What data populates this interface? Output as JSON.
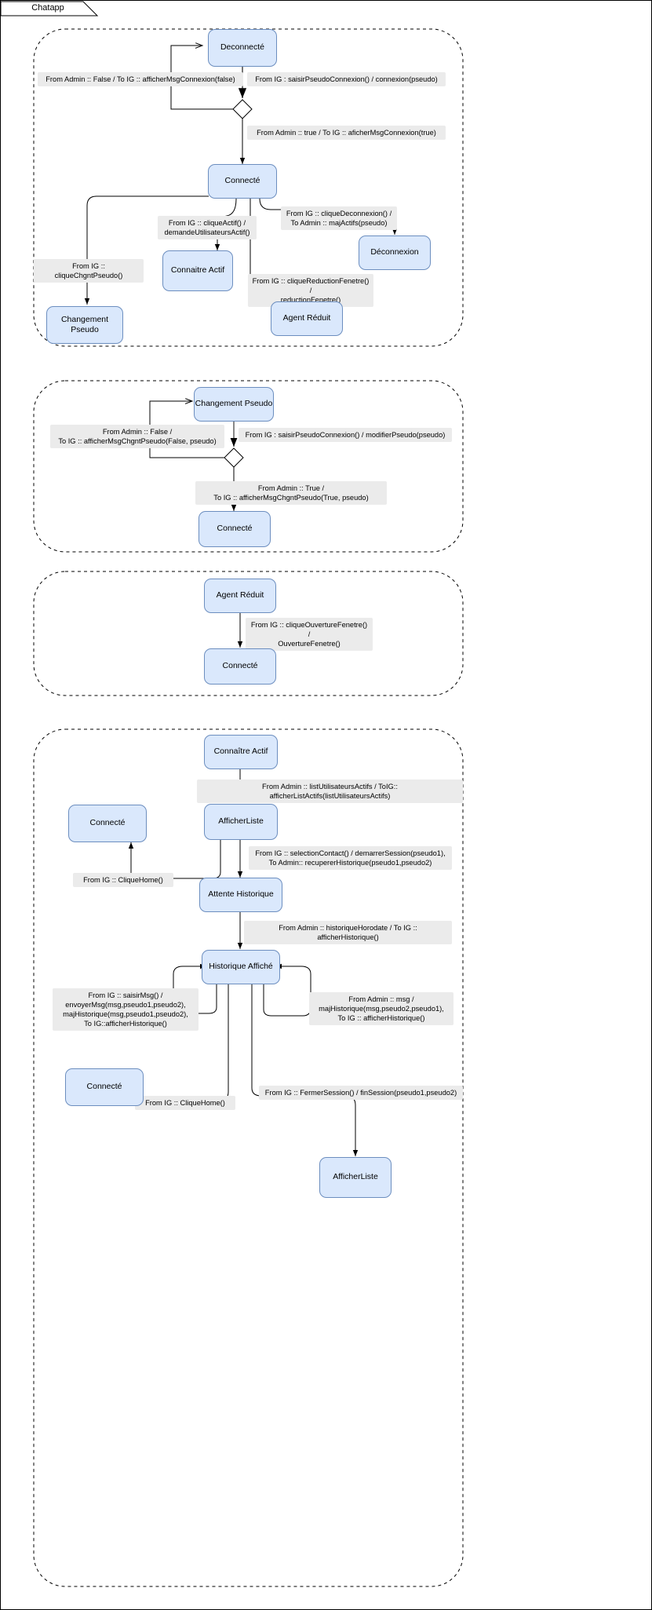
{
  "window": {
    "tab_label": "Chatapp"
  },
  "sections": [
    {
      "name": "connexion-section",
      "states": [
        {
          "id": "s1-deconnecte",
          "label": "Deconnecté"
        },
        {
          "id": "s1-connecte",
          "label": "Connecté"
        },
        {
          "id": "s1-connaitre-actif",
          "label": "Connaitre Actif"
        },
        {
          "id": "s1-changement-pseudo",
          "label": "Changement Pseudo"
        },
        {
          "id": "s1-deconnexion",
          "label": "Déconnexion"
        },
        {
          "id": "s1-agent-reduit",
          "label": "Agent Réduit"
        }
      ],
      "labels": [
        {
          "id": "s1-l1",
          "text": "From Admin :: False  / To IG :: afficherMsgConnexion(false)"
        },
        {
          "id": "s1-l2",
          "text": "From IG : saisirPseudoConnexion() / connexion(pseudo)"
        },
        {
          "id": "s1-l3",
          "text": "From Admin :: true  / To IG :: aficherMsgConnexion(true)"
        },
        {
          "id": "s1-l4",
          "text": "From IG :: cliqueActif() /\ndemandeUtilisateursActif()"
        },
        {
          "id": "s1-l5",
          "text": "From IG :: cliqueDeconnexion() /\nTo Admin :: majActifs(pseudo)"
        },
        {
          "id": "s1-l6",
          "text": "From IG :: cliqueChgntPseudo()"
        },
        {
          "id": "s1-l7",
          "text": "From IG :: cliqueReductionFenetre() /\nreductionFenetre()"
        }
      ]
    },
    {
      "name": "changement-pseudo-section",
      "states": [
        {
          "id": "s2-changement-pseudo",
          "label": "Changement Pseudo"
        },
        {
          "id": "s2-connecte",
          "label": "Connecté"
        }
      ],
      "labels": [
        {
          "id": "s2-l1",
          "text": "From Admin :: False /\nTo IG :: afficherMsgChgntPseudo(False, pseudo)"
        },
        {
          "id": "s2-l2",
          "text": "From IG : saisirPseudoConnexion() / modifierPseudo(pseudo)"
        },
        {
          "id": "s2-l3",
          "text": "From Admin :: True /\nTo IG :: afficherMsgChgntPseudo(True, pseudo)"
        }
      ]
    },
    {
      "name": "agent-reduit-section",
      "states": [
        {
          "id": "s3-agent-reduit",
          "label": "Agent Réduit"
        },
        {
          "id": "s3-connecte",
          "label": "Connecté"
        }
      ],
      "labels": [
        {
          "id": "s3-l1",
          "text": "From IG :: cliqueOuvertureFenetre() /\nOuvertureFenetre()"
        }
      ]
    },
    {
      "name": "historique-section",
      "states": [
        {
          "id": "s4-connaitre-actif",
          "label": "Connaître Actif"
        },
        {
          "id": "s4-afficherliste",
          "label": "AfficherListe"
        },
        {
          "id": "s4-connecte-1",
          "label": "Connecté"
        },
        {
          "id": "s4-attente-historique",
          "label": "Attente Historique"
        },
        {
          "id": "s4-historique-affiche",
          "label": "Historique Affiché"
        },
        {
          "id": "s4-connecte-2",
          "label": "Connecté"
        },
        {
          "id": "s4-afficherliste-2",
          "label": "AfficherListe"
        }
      ],
      "labels": [
        {
          "id": "s4-l1",
          "text": "From Admin :: listUtilisateursActifs / ToIG:: afficherListActifs(listUtilisateursActifs)"
        },
        {
          "id": "s4-l2",
          "text": "From IG :: selectionContact() / demarrerSession(pseudo1),\nTo Admin:: recupererHistorique(pseudo1,pseudo2)"
        },
        {
          "id": "s4-l3",
          "text": "From IG :: CliqueHome()"
        },
        {
          "id": "s4-l4",
          "text": "From Admin :: historiqueHorodate / To IG :: afficherHistorique()"
        },
        {
          "id": "s4-l5",
          "text": "From IG :: saisirMsg() /\nenvoyerMsg(msg,pseudo1,pseudo2),\nmajHistorique(msg,pseudo1,pseudo2),\nTo IG::afficherHistorique()"
        },
        {
          "id": "s4-l6",
          "text": "From Admin ::  msg /\nmajHistorique(msg,pseudo2,pseudo1),\nTo IG :: afficherHistorique()"
        },
        {
          "id": "s4-l7",
          "text": "From IG :: CliqueHome()"
        },
        {
          "id": "s4-l8",
          "text": "From IG :: FermerSession() / finSession(pseudo1,pseudo2)"
        }
      ]
    }
  ],
  "colors": {
    "state_fill": "#dae8fc",
    "state_stroke": "#6c8ebf",
    "label_bg": "#ebebeb",
    "edge": "#000000"
  }
}
